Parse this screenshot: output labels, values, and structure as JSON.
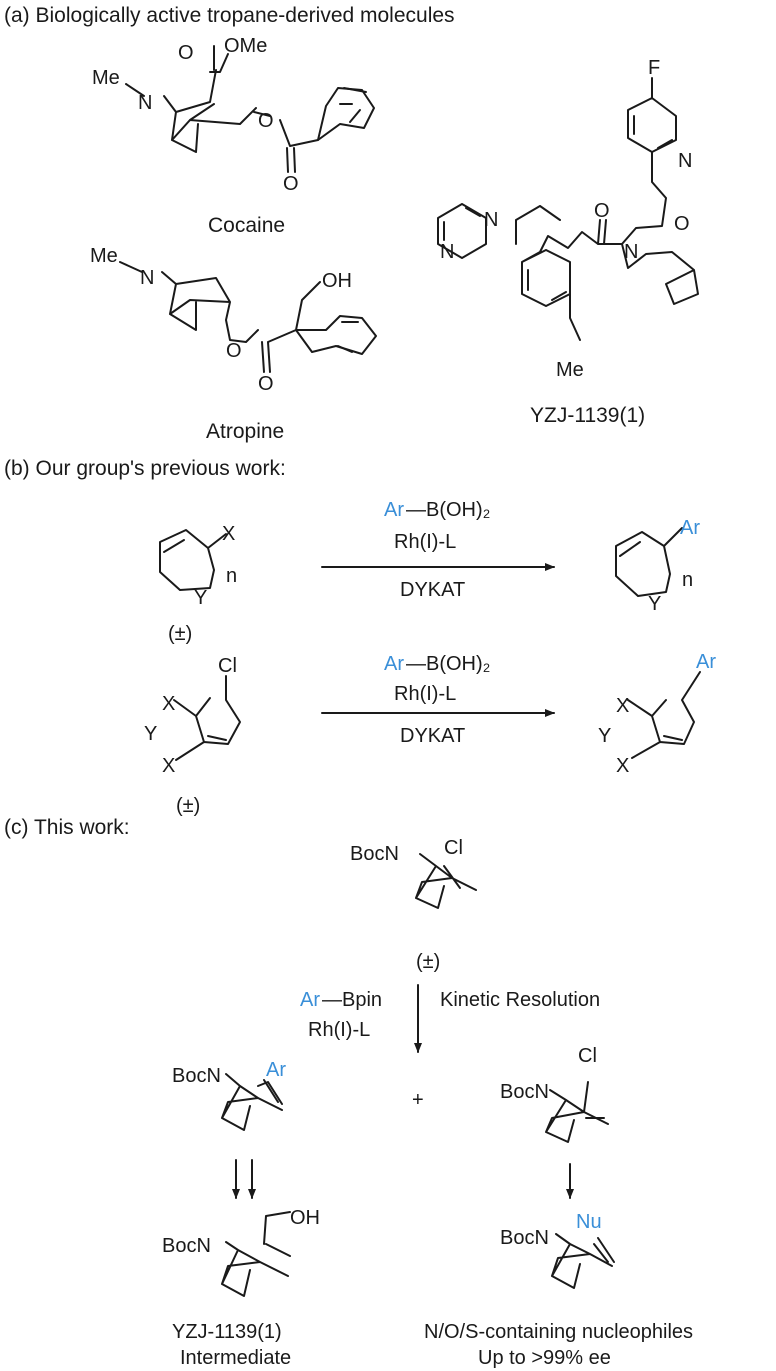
{
  "sections": {
    "a_title": "(a) Biologically active tropane-derived molecules",
    "b_title": "(b) Our group's previous work:",
    "c_title": "(c) This work:"
  },
  "section_a": {
    "cocaine": {
      "name": "Cocaine",
      "me": "Me",
      "n": "N",
      "ome": "OMe",
      "o_carbonyl": "O",
      "o_ester": "O",
      "o_benzoate": "O"
    },
    "atropine": {
      "name": "Atropine",
      "me": "Me",
      "n": "N",
      "oh": "OH",
      "o_ester": "O",
      "o_carbonyl": "O"
    },
    "yzj": {
      "name": "YZJ-1139(1)",
      "f": "F",
      "n_pyridine": "N",
      "o_ether": "O",
      "o_amide": "O",
      "n_amide": "N",
      "n_pyr1": "N",
      "n_pyr2": "N",
      "me": "Me"
    }
  },
  "section_b": {
    "r1": {
      "reagent_ar": "Ar",
      "reagent_rest": "B(OH)₂",
      "catalyst": "Rh(I)-L",
      "condition": "DYKAT",
      "sm_x": "X",
      "sm_y": "Y",
      "sm_n": "n",
      "racemic": "(±)",
      "prod_ar": "Ar",
      "prod_y": "Y",
      "prod_n": "n"
    },
    "r2": {
      "reagent_ar": "Ar",
      "reagent_rest": "B(OH)₂",
      "catalyst": "Rh(I)-L",
      "condition": "DYKAT",
      "sm_cl": "Cl",
      "sm_x1": "X",
      "sm_y": "Y",
      "sm_x2": "X",
      "racemic": "(±)",
      "prod_ar": "Ar",
      "prod_x1": "X",
      "prod_y": "Y",
      "prod_x2": "X"
    }
  },
  "section_c": {
    "sm": {
      "bocn": "BocN",
      "cl": "Cl",
      "racemic": "(±)"
    },
    "reagent_ar": "Ar",
    "reagent_rest": "Bpin",
    "catalyst": "Rh(I)-L",
    "process": "Kinetic Resolution",
    "plus": "+",
    "product_ar": {
      "bocn": "BocN",
      "ar": "Ar"
    },
    "product_cl": {
      "bocn": "BocN",
      "cl": "Cl"
    },
    "product_oh": {
      "bocn": "BocN",
      "oh": "OH",
      "caption1": "YZJ-1139(1)",
      "caption2": "Intermediate"
    },
    "product_nu": {
      "bocn": "BocN",
      "nu": "Nu",
      "caption1": "N/O/S-containing nucleophiles",
      "caption2": "Up to >99% ee"
    }
  },
  "colors": {
    "accent": "#3a8fd8",
    "ink": "#1a1a1a"
  }
}
